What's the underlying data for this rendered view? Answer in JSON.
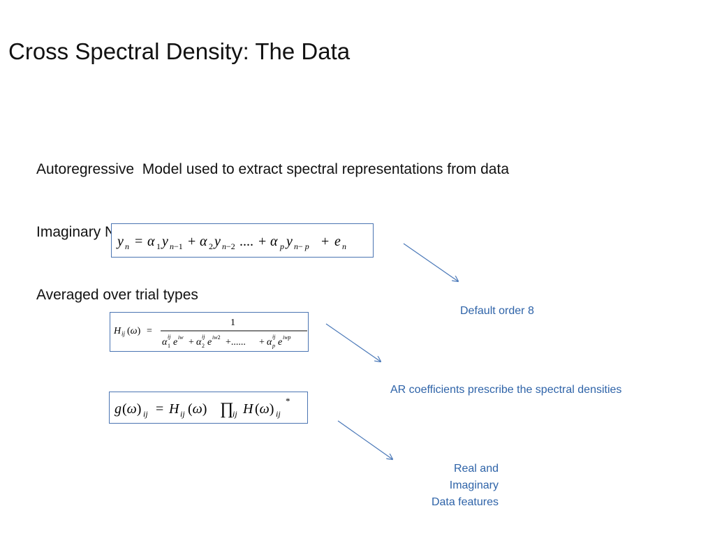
{
  "slide": {
    "title": "Cross Spectral Density: The Data",
    "bullets": [
      "Autoregressive  Model used to extract spectral representations from data",
      "Imaginary Numbers Retained",
      "Averaged over trial types"
    ],
    "annotations": {
      "default_order": "Default order 8",
      "ar_coefficients": "AR coefficients prescribe the spectral densities",
      "real_imag_lines": [
        "Real and",
        "Imaginary",
        "Data features"
      ]
    },
    "equations": {
      "ar_model": "y_n = α_1 y_{n−1} + α_2 y_{n−2} …. + α_p y_{n−p} + e_n",
      "transfer_function": "H_ij(ω) = 1 / (α_1^ij e^iw + α_2^ij e^iw2 + ...... + α_p^ij e^iwp)",
      "cross_spectral_density": "g(ω)_ij = H_ij(ω) ∏_ij H(ω)_ij^*"
    },
    "colors": {
      "box_border": "#4a74b2",
      "annotation_text": "#2e63a8",
      "arrow": "#4a78b8"
    }
  }
}
